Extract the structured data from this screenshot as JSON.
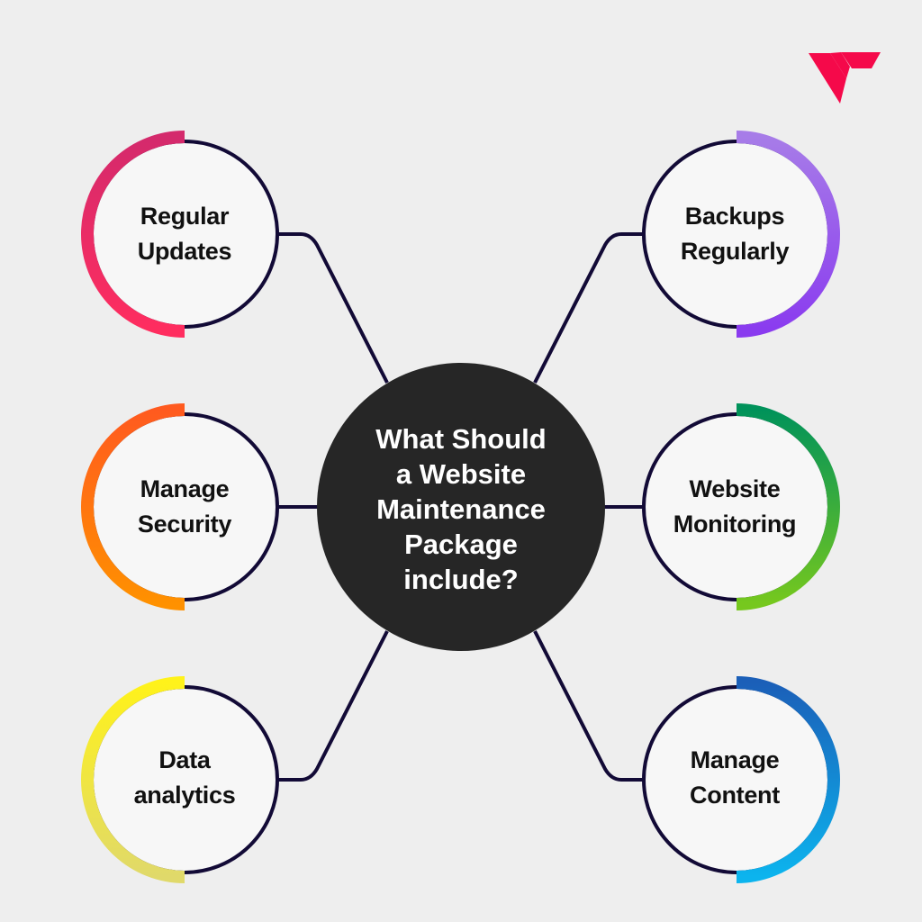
{
  "center": {
    "lines": [
      "What Should",
      "a Website",
      "Maintenance",
      "Package",
      "include?"
    ],
    "fill": "#262626",
    "text_color": "#ffffff"
  },
  "nodes": [
    {
      "id": "regular-updates",
      "lines": [
        "Regular",
        "Updates"
      ],
      "side": "left",
      "row": 0,
      "gradient": [
        "#d42a6c",
        "#ff2d5f"
      ]
    },
    {
      "id": "manage-security",
      "lines": [
        "Manage",
        "Security"
      ],
      "side": "left",
      "row": 1,
      "gradient": [
        "#ff5a1f",
        "#ff9100"
      ]
    },
    {
      "id": "data-analytics",
      "lines": [
        "Data",
        "analytics"
      ],
      "side": "left",
      "row": 2,
      "gradient": [
        "#fff21a",
        "#e0d96a"
      ]
    },
    {
      "id": "backups-regularly",
      "lines": [
        "Backups",
        "Regularly"
      ],
      "side": "right",
      "row": 0,
      "gradient": [
        "#a77ce8",
        "#8a3bef"
      ]
    },
    {
      "id": "website-monitoring",
      "lines": [
        "Website",
        "Monitoring"
      ],
      "side": "right",
      "row": 1,
      "gradient": [
        "#00925a",
        "#76c81e"
      ]
    },
    {
      "id": "manage-content",
      "lines": [
        "Manage",
        "Content"
      ],
      "side": "right",
      "row": 2,
      "gradient": [
        "#1b5fb8",
        "#0cb4ee"
      ]
    }
  ],
  "colors": {
    "background": "#eeeeee",
    "node_fill": "#f7f7f7",
    "outline": "#120a36",
    "logo": "#f5094a"
  },
  "logo": {
    "name": "brand-v-logo"
  }
}
